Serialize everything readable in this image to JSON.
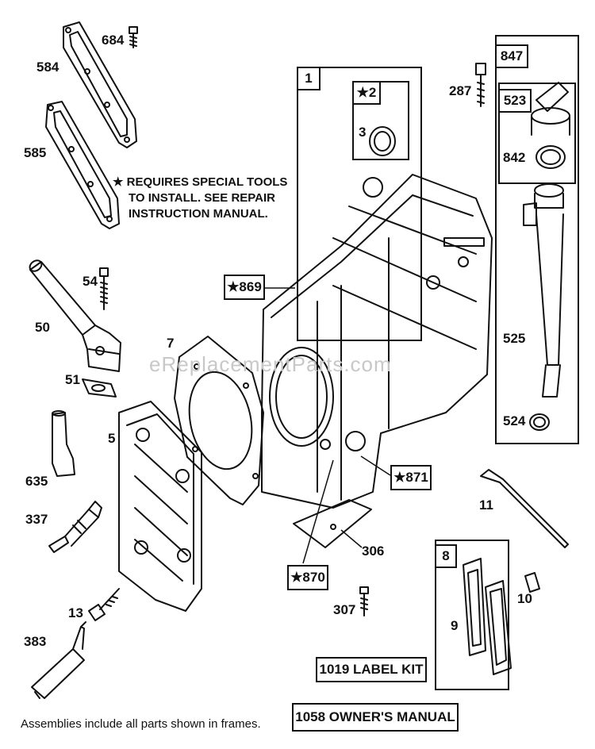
{
  "watermark": "eReplacementParts.com",
  "note": {
    "star": "★",
    "line1": "REQUIRES SPECIAL TOOLS",
    "line2": "TO INSTALL.  SEE REPAIR",
    "line3": "INSTRUCTION MANUAL."
  },
  "footer": "Assemblies include all parts shown in frames.",
  "kits": {
    "label_kit": "1019 LABEL KIT",
    "owners_manual": "1058 OWNER'S MANUAL"
  },
  "frame_labels": {
    "f1": "1",
    "f2": "★2",
    "f847": "847",
    "f523": "523",
    "f8": "8"
  },
  "boxed_parts": {
    "p869": "★869",
    "p871": "★871",
    "p870": "★870"
  },
  "parts": {
    "p684": "684",
    "p584": "584",
    "p585": "585",
    "p54": "54",
    "p50": "50",
    "p51": "51",
    "p7": "7",
    "p5": "5",
    "p635": "635",
    "p337": "337",
    "p13": "13",
    "p383": "383",
    "p3": "3",
    "p287": "287",
    "p842": "842",
    "p525": "525",
    "p524": "524",
    "p11": "11",
    "p306": "306",
    "p307": "307",
    "p9": "9",
    "p10": "10"
  },
  "colors": {
    "ink": "#111111",
    "watermark": "#c8c8c8"
  }
}
